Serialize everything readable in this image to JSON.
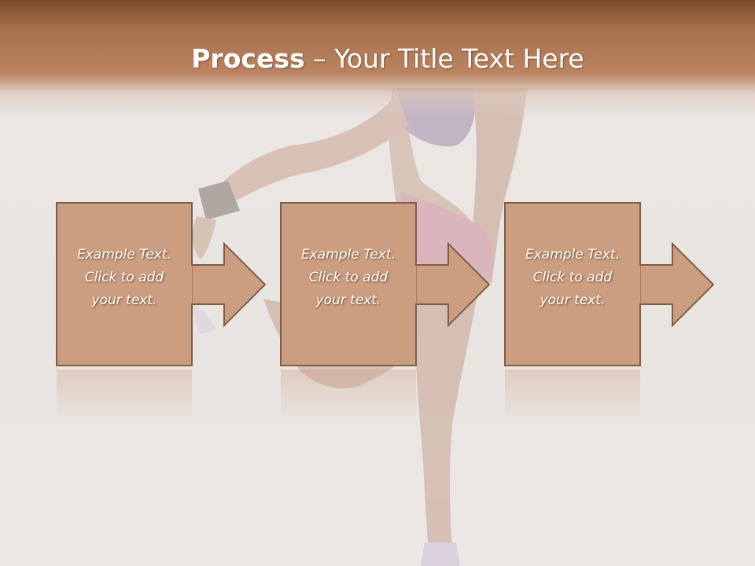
{
  "slide": {
    "title_bold": "Process",
    "title_rest": " – Your Title Text Here"
  },
  "steps": [
    {
      "text": "Example Text.\nClick  to add\nyour text."
    },
    {
      "text": "Example Text.\nClick  to add\nyour text."
    },
    {
      "text": "Example Text.\nClick  to add\nyour text."
    }
  ],
  "colors": {
    "title_band": "#b07752",
    "box_fill": "#cc9e80",
    "box_stroke": "#7d5e4b",
    "text": "#ffffff"
  }
}
